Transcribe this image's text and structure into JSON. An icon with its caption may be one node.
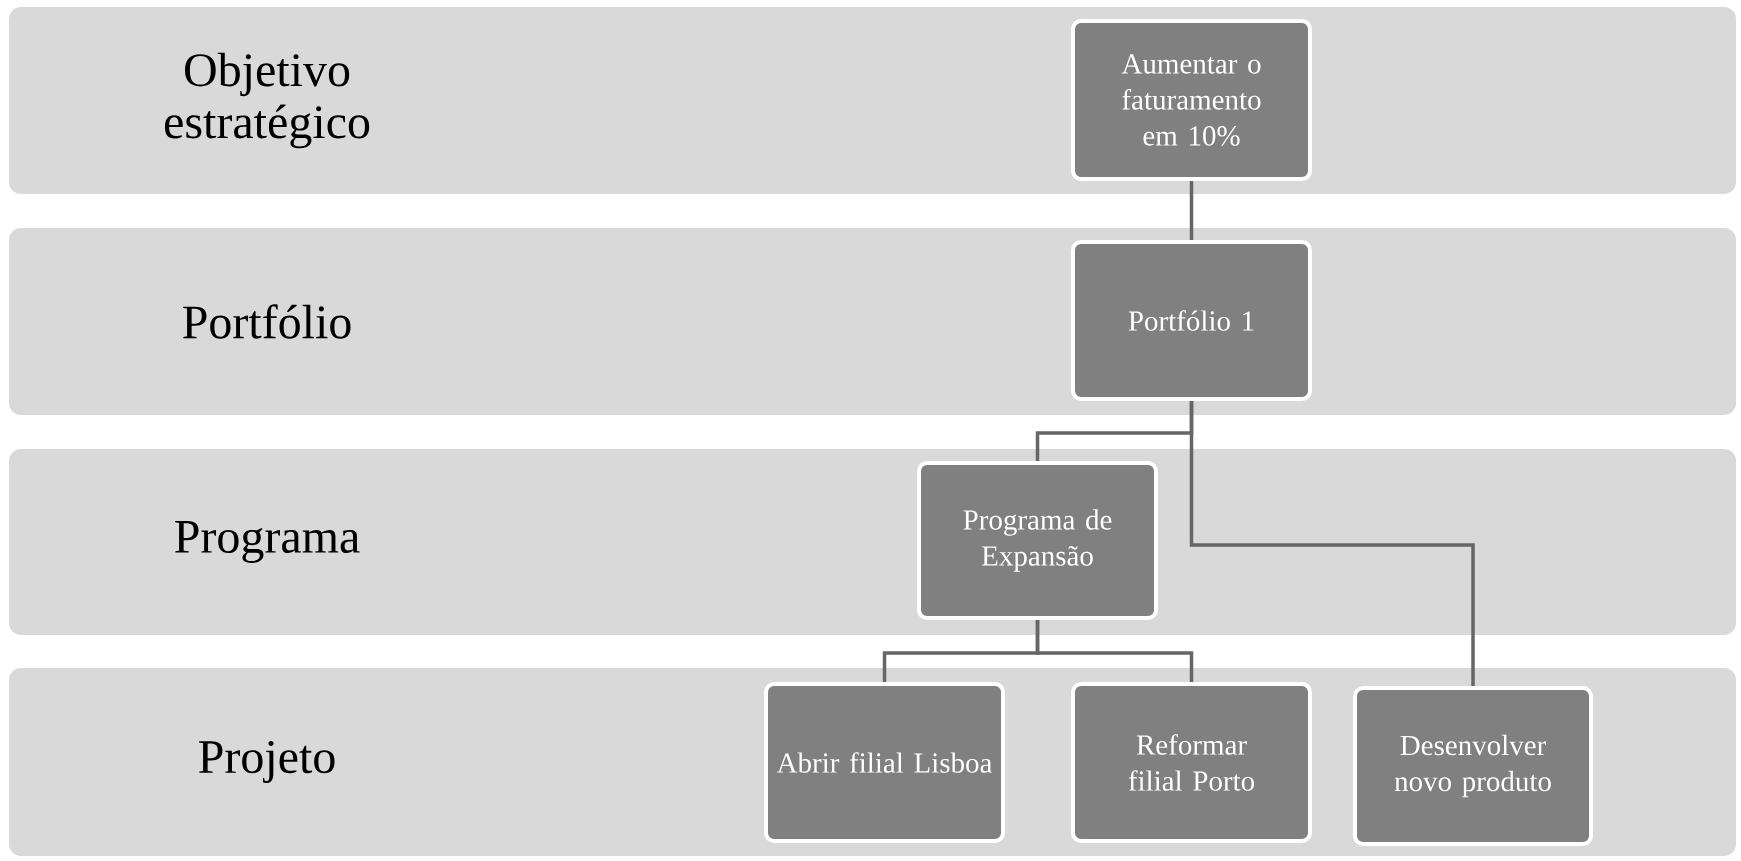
{
  "diagram": {
    "nodes": [
      {
        "text": [
          "Objetivo estratégico"
        ]
      },
      {
        "text": [
          "Portfólio"
        ]
      },
      {
        "text": [
          "Programa"
        ]
      },
      {
        "text": [
          "Projeto"
        ]
      },
      {
        "text": [
          "Aumentar o faturamento em 10%"
        ],
        "in": 0
      },
      {
        "text": [
          "Portfólio 1"
        ],
        "in": 1
      },
      {
        "text": [
          "Programa de Expansão"
        ],
        "in": 2
      },
      {
        "text": [
          "Abrir filial Lisboa"
        ],
        "in": 3
      },
      {
        "text": [
          "Reformar filial Porto"
        ],
        "in": 3
      },
      {
        "text": [
          "Desenvolver novo produto"
        ],
        "in": 3
      }
    ],
    "edges": [
      {
        "from": 4,
        "to": 5,
        "arrow": "none"
      },
      {
        "from": 5,
        "to": 6,
        "arrow": "none"
      },
      {
        "from": 5,
        "to": 9,
        "arrow": "none"
      },
      {
        "from": 6,
        "to": 7,
        "arrow": "none"
      },
      {
        "from": 6,
        "to": 8,
        "arrow": "none"
      }
    ]
  }
}
